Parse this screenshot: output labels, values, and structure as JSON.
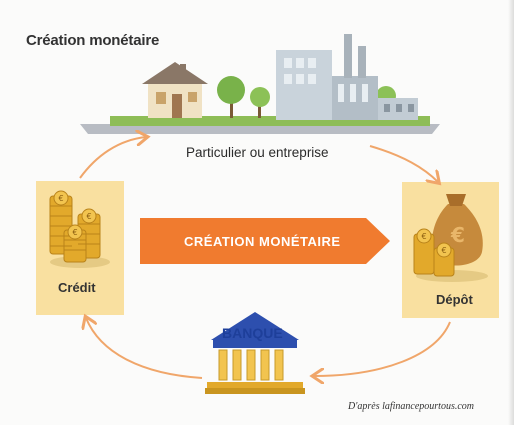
{
  "diagram": {
    "title": "Création monétaire",
    "top_caption": "Particulier ou entreprise",
    "band_text": "CRÉATION MONÉTAIRE",
    "left_label": "Crédit",
    "right_label": "Dépôt",
    "bank_label": "BANQUE",
    "source": "D'après lafinancepourtous.com"
  },
  "colors": {
    "panel": "#f9e0a0",
    "band": "#f07b2f",
    "arrow": "#f0a66a",
    "bank_blue": "#1e3f9a",
    "coin": "#e2a92b",
    "grass": "#8ebd56"
  },
  "icons": [
    "house-icon",
    "tree-icon",
    "factory-icon",
    "coin-stack-icon",
    "money-bag-icon",
    "bank-icon"
  ]
}
